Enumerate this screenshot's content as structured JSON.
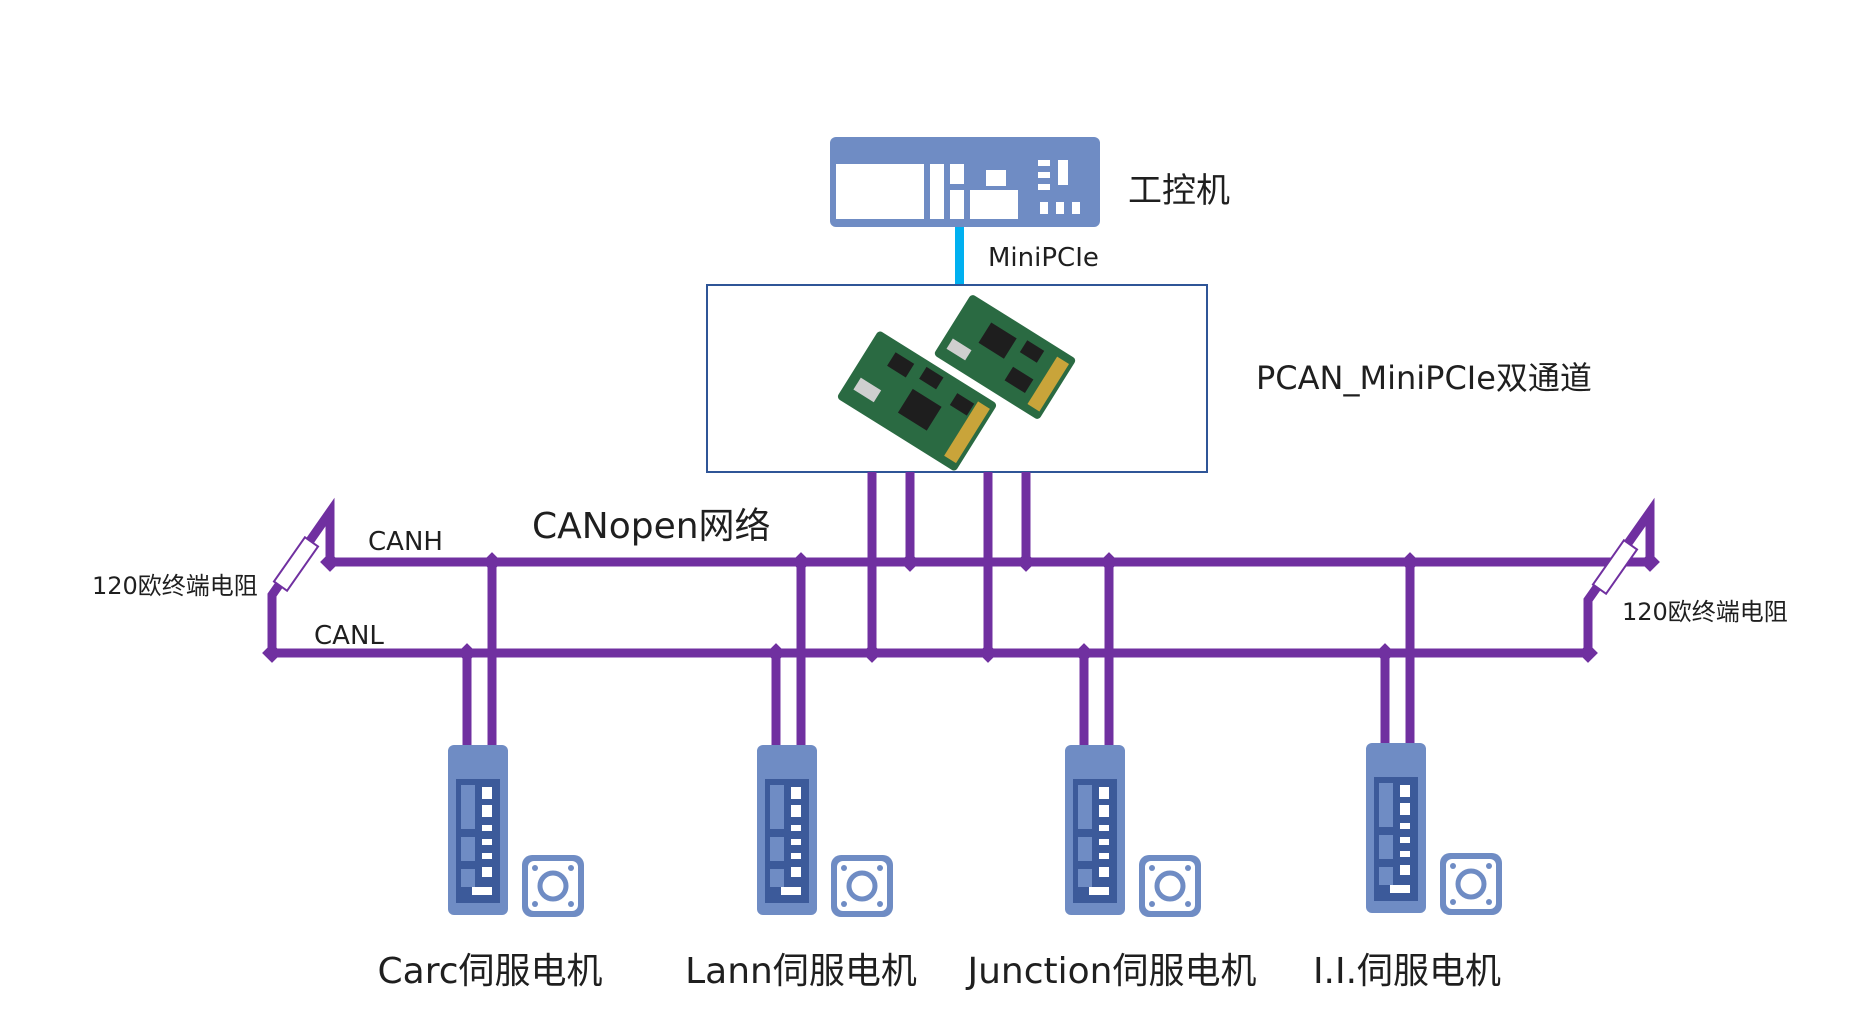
{
  "labels": {
    "pc": "工控机",
    "link": "MiniPCIe",
    "card": "PCAN_MiniPCIe双通道",
    "network": "CANopen网络",
    "canh": "CANH",
    "canl": "CANL",
    "terminator_left": "120欧终端电阻",
    "terminator_right": "120欧终端电阻"
  },
  "motors": [
    {
      "name": "Carc伺服电机"
    },
    {
      "name": "Lann伺服电机"
    },
    {
      "name": "Junction伺服电机"
    },
    {
      "name": "I.I.伺服电机"
    }
  ],
  "colors": {
    "bus": "#7030a0",
    "link": "#00b0f0",
    "device": "#6f8cc4",
    "device_dark": "#3c5a9a",
    "card_border": "#2f5597"
  }
}
